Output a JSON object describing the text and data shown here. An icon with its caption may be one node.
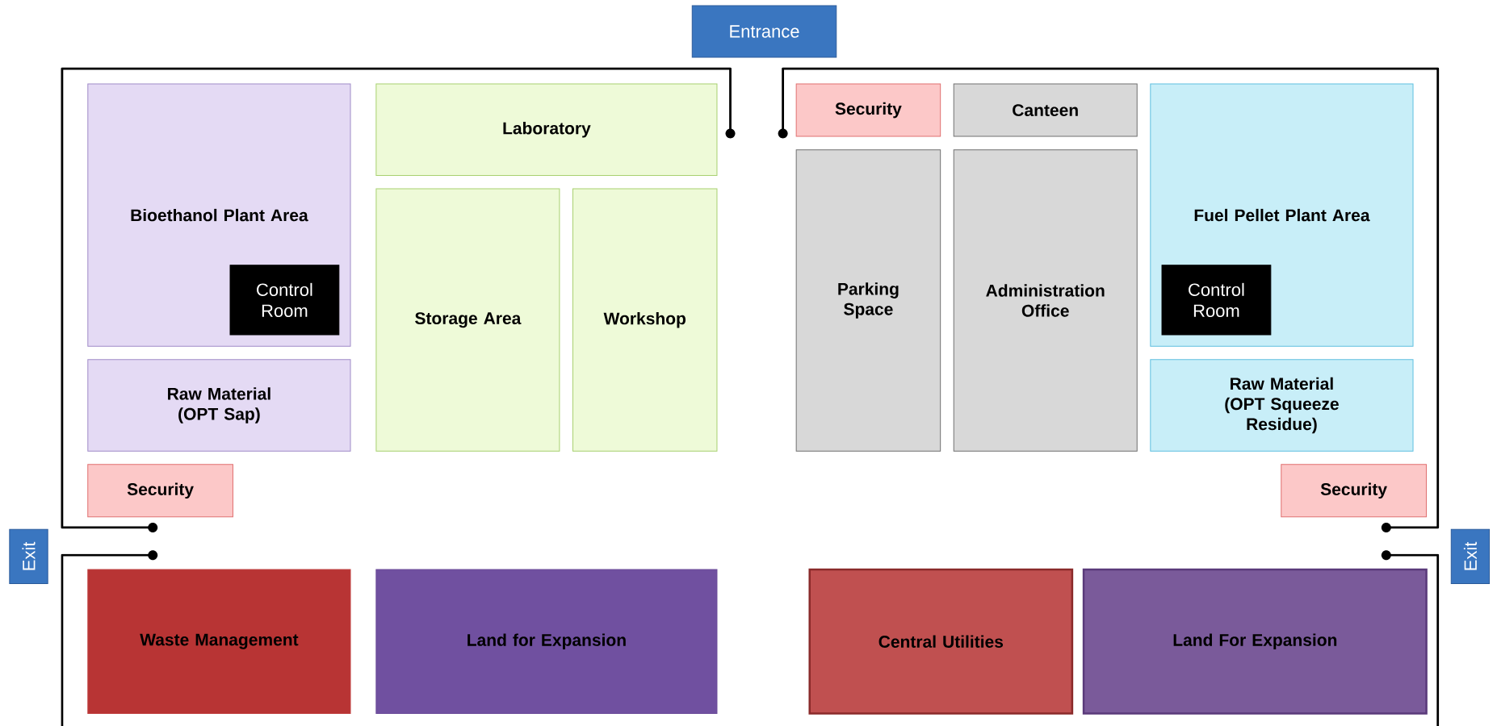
{
  "diagram": {
    "nodes": [
      {
        "text": [
          "Entrance"
        ]
      },
      {
        "text": [
          "Bioethanol Plant Area"
        ]
      },
      {
        "text": [
          "Control Room"
        ],
        "in": 1
      },
      {
        "text": [
          "Laboratory"
        ]
      },
      {
        "text": [
          "Security"
        ]
      },
      {
        "text": [
          "Canteen"
        ]
      },
      {
        "text": [
          "Fuel Pellet Plant Area"
        ]
      },
      {
        "text": [
          "Control Room"
        ],
        "in": 6
      },
      {
        "text": [
          "Storage Area"
        ]
      },
      {
        "text": [
          "Workshop"
        ]
      },
      {
        "text": [
          "Parking Space"
        ]
      },
      {
        "text": [
          "Administration Office"
        ]
      },
      {
        "text": [
          "Raw Material (OPT Sap)"
        ]
      },
      {
        "text": [
          "Raw Material (OPT Squeeze Residue)"
        ]
      },
      {
        "text": [
          "Security"
        ]
      },
      {
        "text": [
          "Security"
        ]
      },
      {
        "text": [
          "Exit"
        ]
      },
      {
        "text": [
          "Exit"
        ]
      },
      {
        "text": [
          "Waste Management"
        ]
      },
      {
        "text": [
          "Land for Expansion"
        ]
      },
      {
        "text": [
          "Central Utilities"
        ]
      },
      {
        "text": [
          "Land For Expansion"
        ]
      }
    ]
  }
}
